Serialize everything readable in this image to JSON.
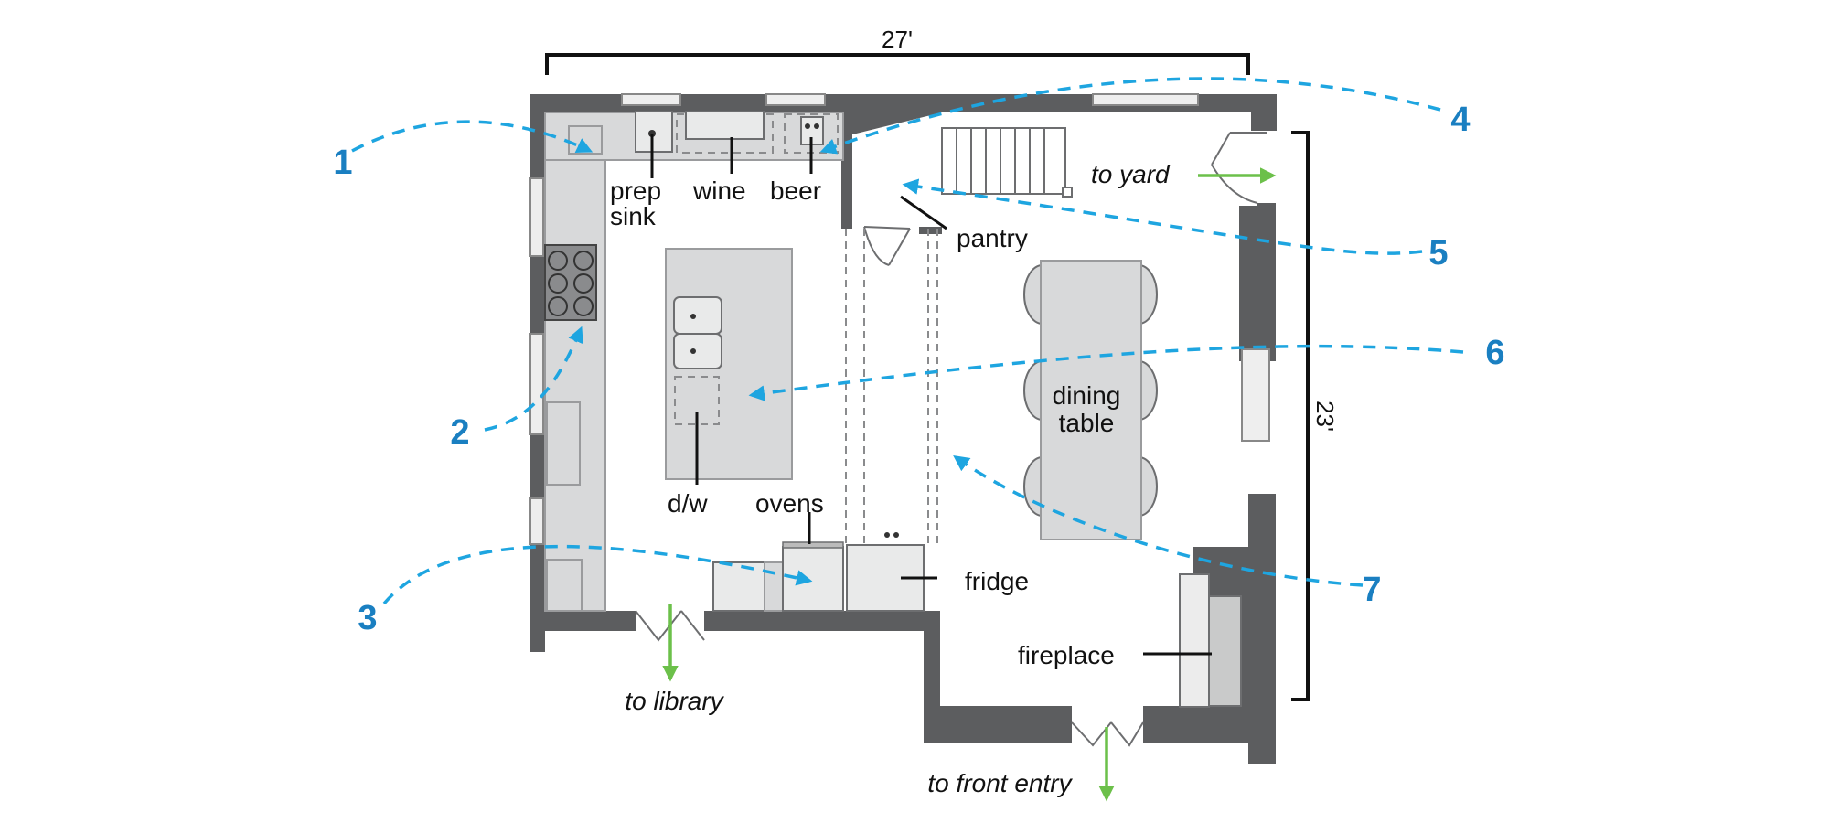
{
  "dimensions": {
    "width_label": "27'",
    "depth_label": "23'"
  },
  "labels": {
    "prep_sink": [
      "prep",
      "sink"
    ],
    "wine": "wine",
    "beer": "beer",
    "pantry": "pantry",
    "dining_table": [
      "dining",
      "table"
    ],
    "dw": "d/w",
    "ovens": "ovens",
    "fridge": "fridge",
    "fireplace": "fireplace"
  },
  "directions": {
    "to_yard": "to yard",
    "to_library": "to library",
    "to_front_entry": "to front entry"
  },
  "callouts": [
    "1",
    "2",
    "3",
    "4",
    "5",
    "6",
    "7"
  ],
  "colors": {
    "wall": "#5c5d5f",
    "counter": "#d8d9da",
    "route_arrow": "#1ea5e0",
    "callout_number": "#1a7fc1",
    "direction_arrow": "#6cc04a"
  }
}
